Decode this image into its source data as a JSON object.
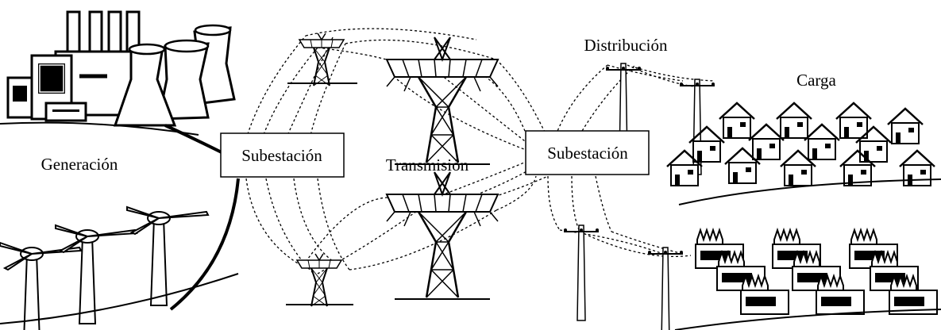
{
  "labels": {
    "generation": "Generación",
    "transmission": "Transmisión",
    "distribution": "Distribución",
    "load": "Carga",
    "substation_left": "Subestación",
    "substation_right": "Subestación"
  },
  "colors": {
    "line": "#000000",
    "background": "#ffffff"
  }
}
